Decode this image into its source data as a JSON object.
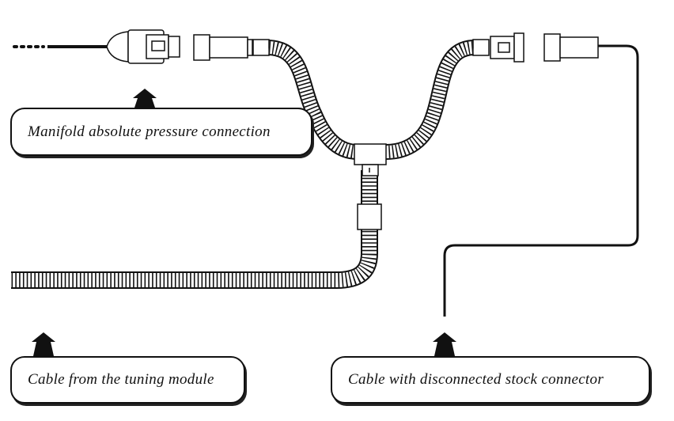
{
  "labels": {
    "map_connection": "Manifold absolute pressure connection",
    "tuning_module_cable": "Cable from the tuning module",
    "stock_connector_cable": "Cable with disconnected stock connector"
  },
  "colors": {
    "line": "#111111",
    "background": "#ffffff"
  }
}
